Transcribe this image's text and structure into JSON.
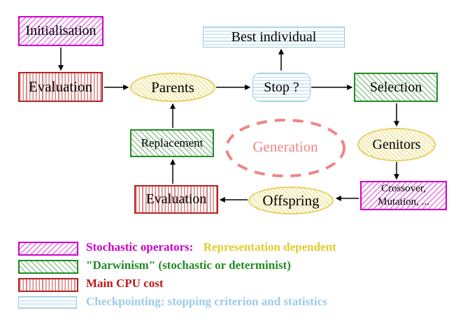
{
  "nodes": {
    "initialisation": "Initialisation",
    "evaluation_top": "Evaluation",
    "best_individual": "Best individual",
    "parents": "Parents",
    "stop": "Stop ?",
    "selection": "Selection",
    "replacement": "Replacement",
    "generation": "Generation",
    "genitors": "Genitors",
    "crossover_line1": "Crossover,",
    "crossover_line2": "Mutation, ...",
    "offspring": "Offspring",
    "evaluation_bottom": "Evaluation"
  },
  "legend": {
    "row1": {
      "label1": "Stochastic operators:",
      "label2": "Representation dependent"
    },
    "row2": {
      "label": "\"Darwinism\" (stochastic or determinist)"
    },
    "row3": {
      "label": "Main CPU cost"
    },
    "row4": {
      "label": "Checkpointing: stopping criterion and statistics"
    }
  },
  "colors": {
    "magenta": "#CC00CC",
    "green": "#228B22",
    "red_border": "#B82222",
    "red_text": "#C01818",
    "cyan_border": "#9CC8DC",
    "cyan_text": "#9CCBEA",
    "yellow_border": "#E6D064",
    "yellow_text": "#E2CC2A",
    "salmon": "#F08585",
    "arrow": "#000000",
    "label_text": "#000000"
  }
}
